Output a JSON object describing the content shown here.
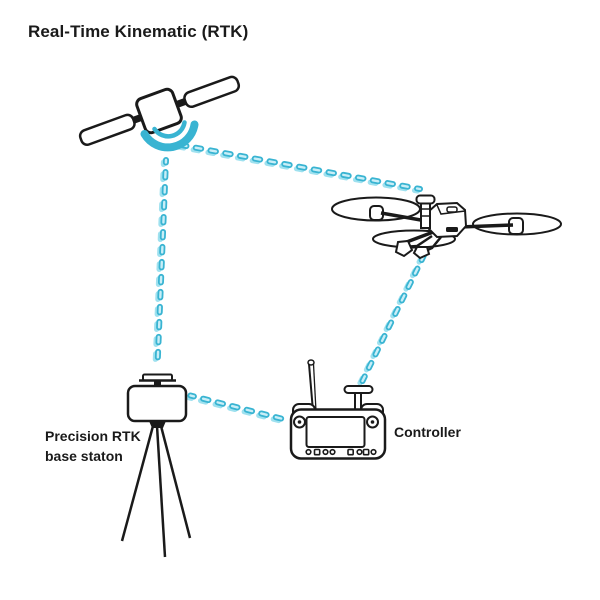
{
  "title": "Real-Time Kinematic (RTK)",
  "labels": {
    "base_station_line1": "Precision RTK",
    "base_station_line2": "base staton",
    "controller": "Controller"
  },
  "diagram": {
    "nodes": [
      {
        "id": "satellite",
        "icon": "satellite-icon",
        "label": ""
      },
      {
        "id": "drone",
        "icon": "drone-icon",
        "label": ""
      },
      {
        "id": "base-station",
        "icon": "base-station-icon",
        "label": "Precision RTK base staton"
      },
      {
        "id": "controller",
        "icon": "controller-icon",
        "label": "Controller"
      }
    ],
    "connections": [
      {
        "from": "satellite",
        "to": "drone",
        "style": "dashed-signal"
      },
      {
        "from": "satellite",
        "to": "base-station",
        "style": "dashed-signal"
      },
      {
        "from": "drone",
        "to": "controller",
        "style": "dashed-signal"
      },
      {
        "from": "base-station",
        "to": "controller",
        "style": "dashed-signal"
      }
    ]
  },
  "colors": {
    "ink": "#1a1a1a",
    "accent": "#39b4d2",
    "accent_light": "#8edcec",
    "accent_pale": "#c9eef7",
    "background": "#ffffff"
  }
}
